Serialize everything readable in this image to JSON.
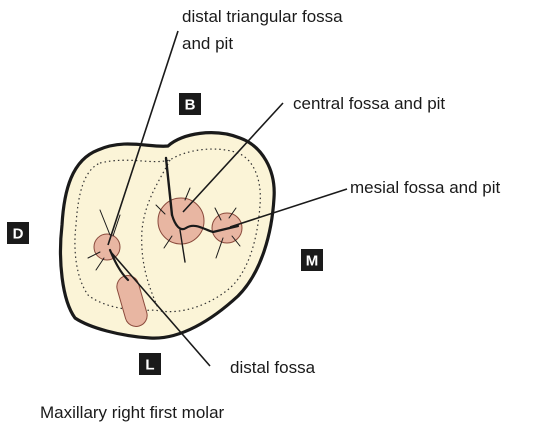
{
  "labels": {
    "distal_triangular_line1": "distal triangular fossa",
    "distal_triangular_line2": "and pit",
    "central": "central fossa and pit",
    "mesial": "mesial fossa and pit",
    "distal_fossa": "distal fossa"
  },
  "orientation": {
    "buccal": "B",
    "distal": "D",
    "mesial": "M",
    "lingual": "L"
  },
  "caption": "Maxillary right first molar",
  "colors": {
    "crown_fill": "#fbf4d7",
    "outline": "#1a1a1a",
    "pit_fill": "#e8b6a2",
    "pit_stroke": "#8a4a3c",
    "badge": "#1a1a1a"
  }
}
